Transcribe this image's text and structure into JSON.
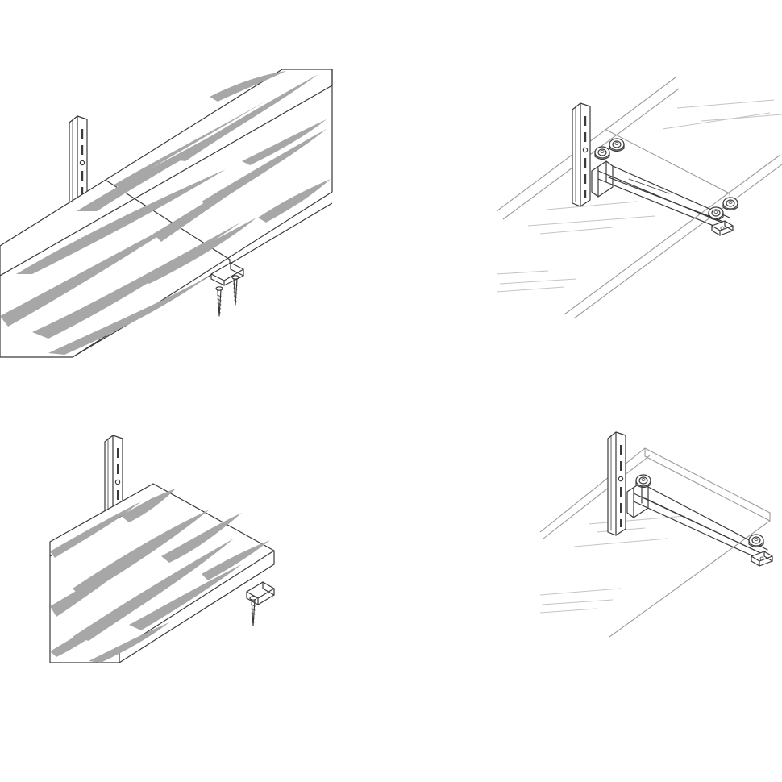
{
  "figure": {
    "panels": [
      {
        "id": "wood-shelf-long-joined",
        "shelf_material": "wood",
        "brackets": 1,
        "screws": 2
      },
      {
        "id": "glass-shelf-long",
        "shelf_material": "glass",
        "brackets": 1,
        "glass_holders": 4
      },
      {
        "id": "wood-shelf-single",
        "shelf_material": "wood",
        "brackets": 1,
        "screws": 1
      },
      {
        "id": "glass-shelf-single",
        "shelf_material": "glass",
        "brackets": 1,
        "glass_holders": 2
      }
    ],
    "colors": {
      "line": "#3a3a3a",
      "wood_grain": "#a7a7a7",
      "glass_edge": "#9a9a9a",
      "glass_hatch": "#c4c4c4",
      "background": "#ffffff"
    }
  }
}
